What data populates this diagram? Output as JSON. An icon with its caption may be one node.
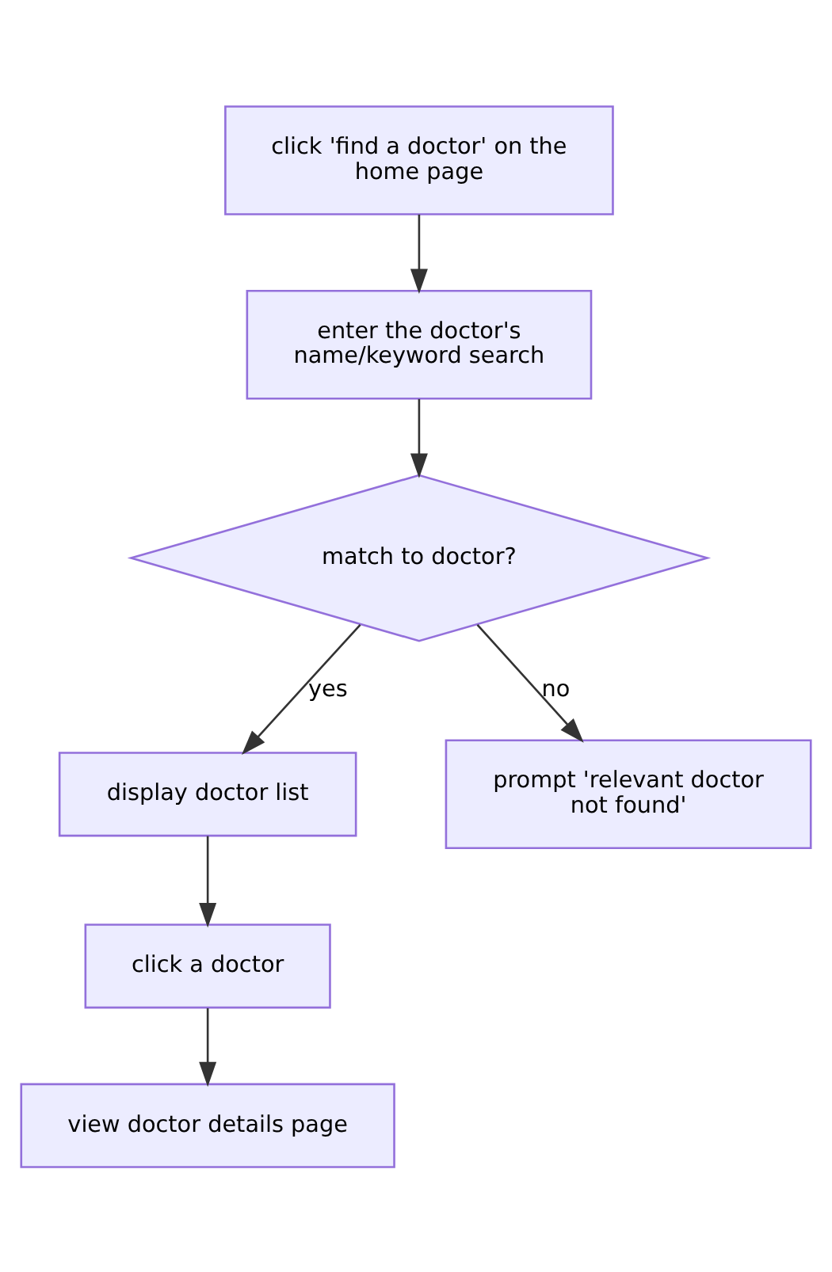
{
  "diagram": {
    "nodes": [
      {
        "text": [
          "click 'find a doctor' on the home page"
        ]
      },
      {
        "text": [
          "enter the doctor's name/keyword search"
        ]
      },
      {
        "text": [
          "match to doctor?"
        ]
      },
      {
        "text": [
          "display doctor list"
        ]
      },
      {
        "text": [
          "prompt 'relevant doctor not found'"
        ]
      },
      {
        "text": [
          "click a doctor"
        ]
      },
      {
        "text": [
          "view doctor details page"
        ]
      }
    ],
    "edges": [
      {
        "from": 0,
        "to": 1,
        "arrow": "to"
      },
      {
        "from": 1,
        "to": 2,
        "arrow": "to"
      },
      {
        "from": 2,
        "to": 3,
        "arrow": "to",
        "label": "yes"
      },
      {
        "from": 2,
        "to": 4,
        "arrow": "to",
        "label": "no"
      },
      {
        "from": 3,
        "to": 5,
        "arrow": "to"
      },
      {
        "from": 5,
        "to": 6,
        "arrow": "to"
      }
    ]
  }
}
